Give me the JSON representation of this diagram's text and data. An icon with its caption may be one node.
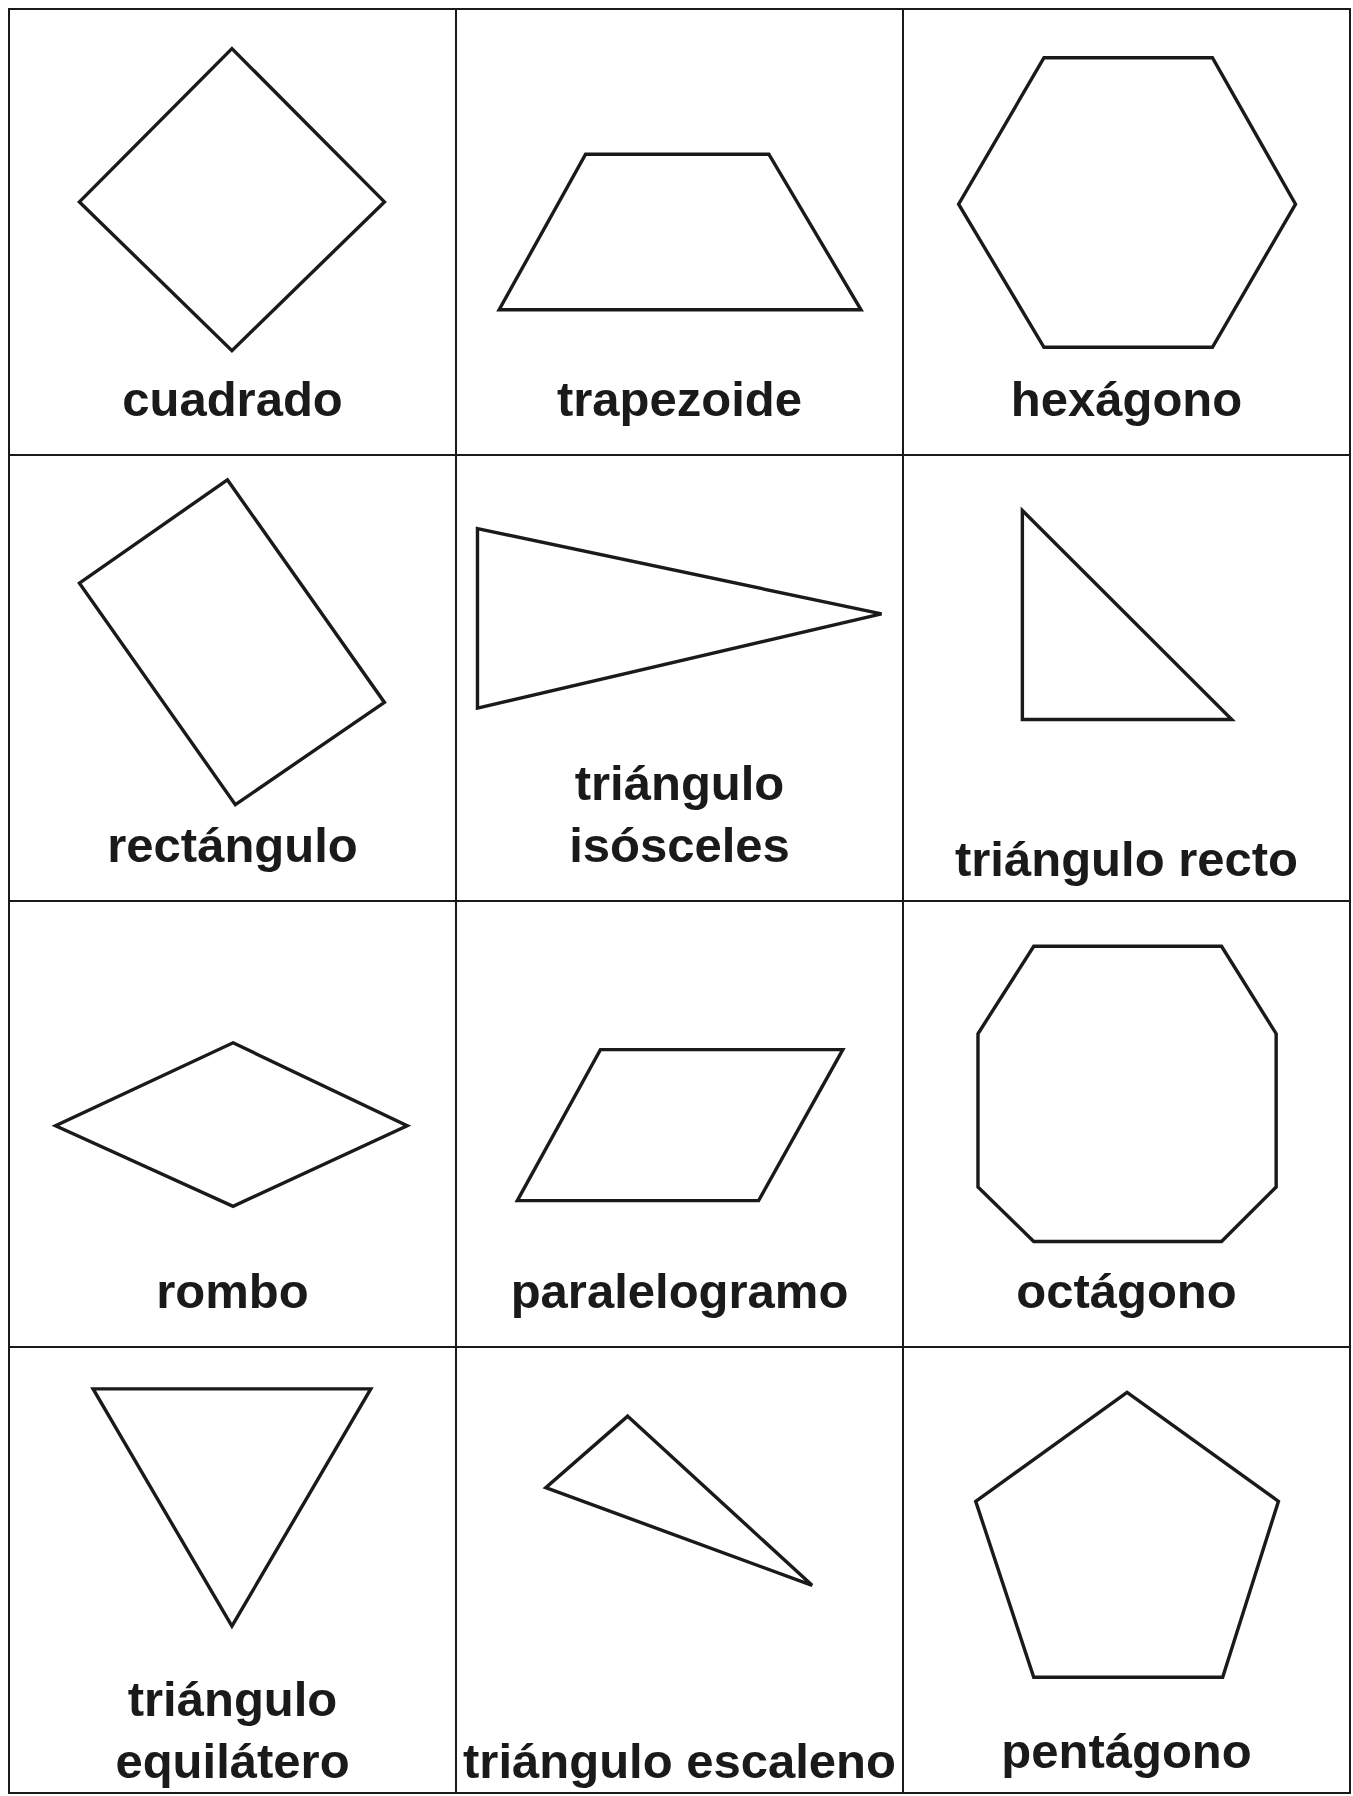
{
  "diagram": {
    "nodes": [
      {
        "text": [
          "cuadrado"
        ]
      },
      {
        "text": [
          "trapezoide"
        ]
      },
      {
        "text": [
          "hexágono"
        ]
      },
      {
        "text": [
          "rectángulo"
        ]
      },
      {
        "text": [
          "triángulo isósceles"
        ]
      },
      {
        "text": [
          "triángulo recto"
        ]
      },
      {
        "text": [
          "rombo"
        ]
      },
      {
        "text": [
          "paralelogramo"
        ]
      },
      {
        "text": [
          "octágono"
        ]
      },
      {
        "text": [
          "triángulo equilátero"
        ]
      },
      {
        "text": [
          "triángulo escaleno"
        ]
      },
      {
        "text": [
          "pentágono"
        ]
      }
    ]
  }
}
